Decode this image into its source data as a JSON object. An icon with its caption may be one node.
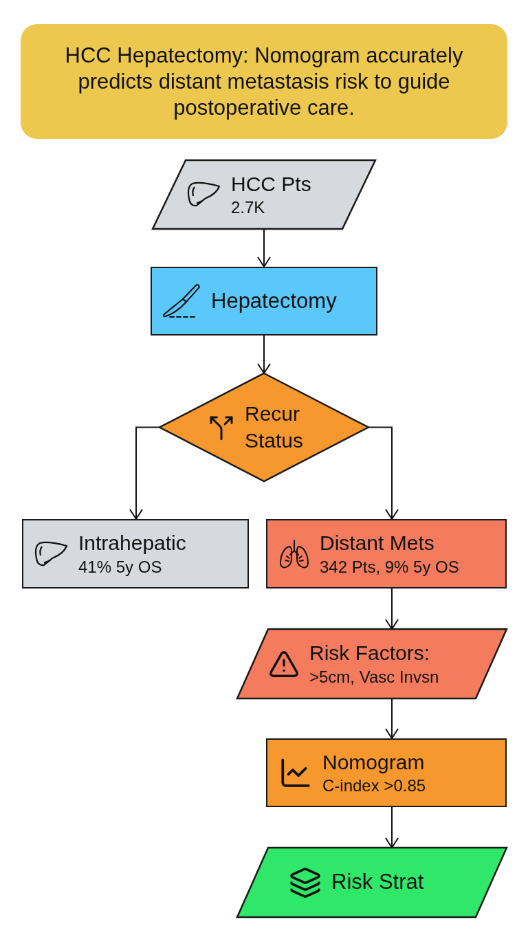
{
  "diagram": {
    "title": "HCC Hepatectomy: Nomogram accurately predicts distant metastasis risk to guide postoperative care.",
    "nodes": [
      {
        "text": [
          "HCC Pts",
          "2.7K"
        ]
      },
      {
        "text": [
          "Hepatectomy"
        ]
      },
      {
        "text": [
          "Recur Status"
        ]
      },
      {
        "text": [
          "Intrahepatic",
          "41% 5y OS"
        ]
      },
      {
        "text": [
          "Distant Mets",
          "342 Pts, 9% 5y OS"
        ]
      },
      {
        "text": [
          "Risk Factors:",
          ">5cm, Vasc Invsn"
        ]
      },
      {
        "text": [
          "Nomogram",
          "C-index >0.85"
        ]
      },
      {
        "text": [
          "Risk Strat"
        ]
      }
    ],
    "edges": [
      {
        "from": 0,
        "to": 1,
        "arrow": "to"
      },
      {
        "from": 1,
        "to": 2,
        "arrow": "to"
      },
      {
        "from": 2,
        "to": 3,
        "arrow": "to"
      },
      {
        "from": 2,
        "to": 4,
        "arrow": "to"
      },
      {
        "from": 4,
        "to": 5,
        "arrow": "to"
      },
      {
        "from": 5,
        "to": 6,
        "arrow": "to"
      },
      {
        "from": 6,
        "to": 7,
        "arrow": "to"
      }
    ]
  }
}
